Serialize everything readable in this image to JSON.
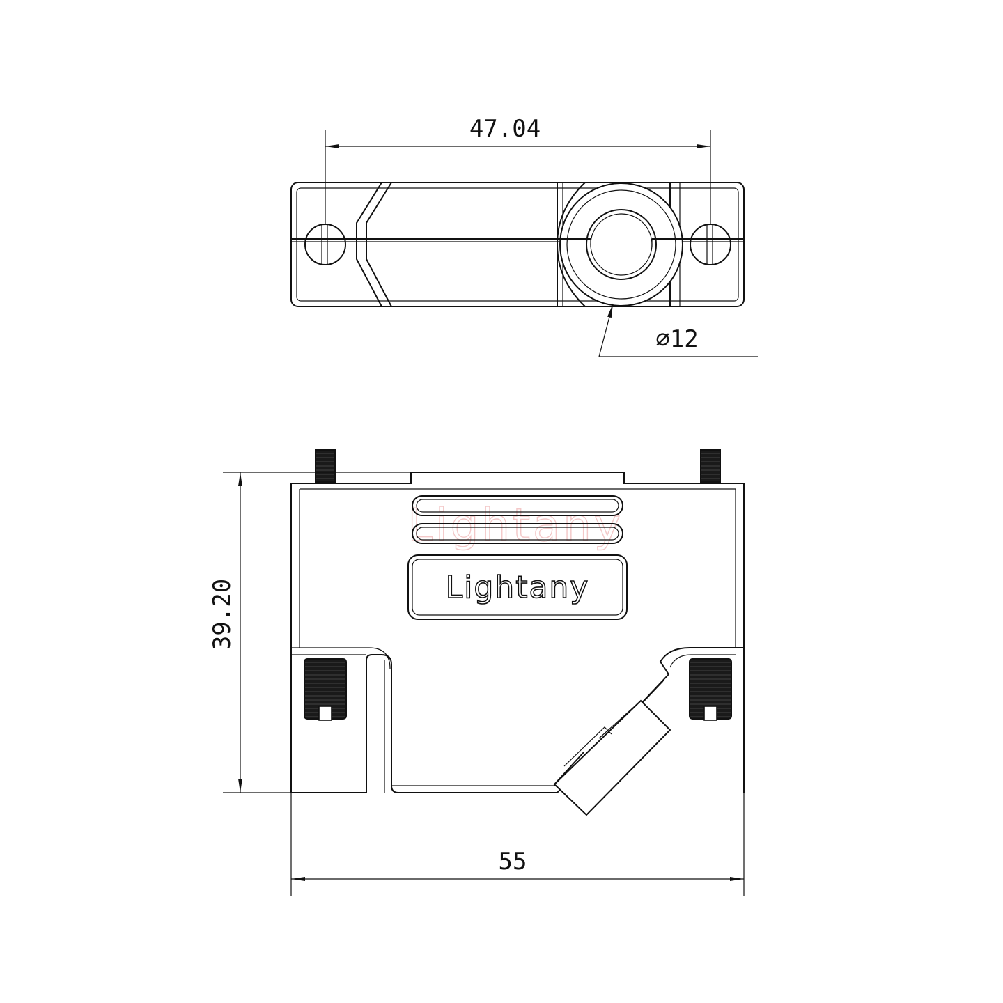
{
  "dimensions": {
    "top_width": "47.04",
    "diameter": "∅12",
    "height": "39.20",
    "bottom_width": "55"
  },
  "branding": {
    "logo_text": "Lightany",
    "watermark": "Lightany"
  }
}
